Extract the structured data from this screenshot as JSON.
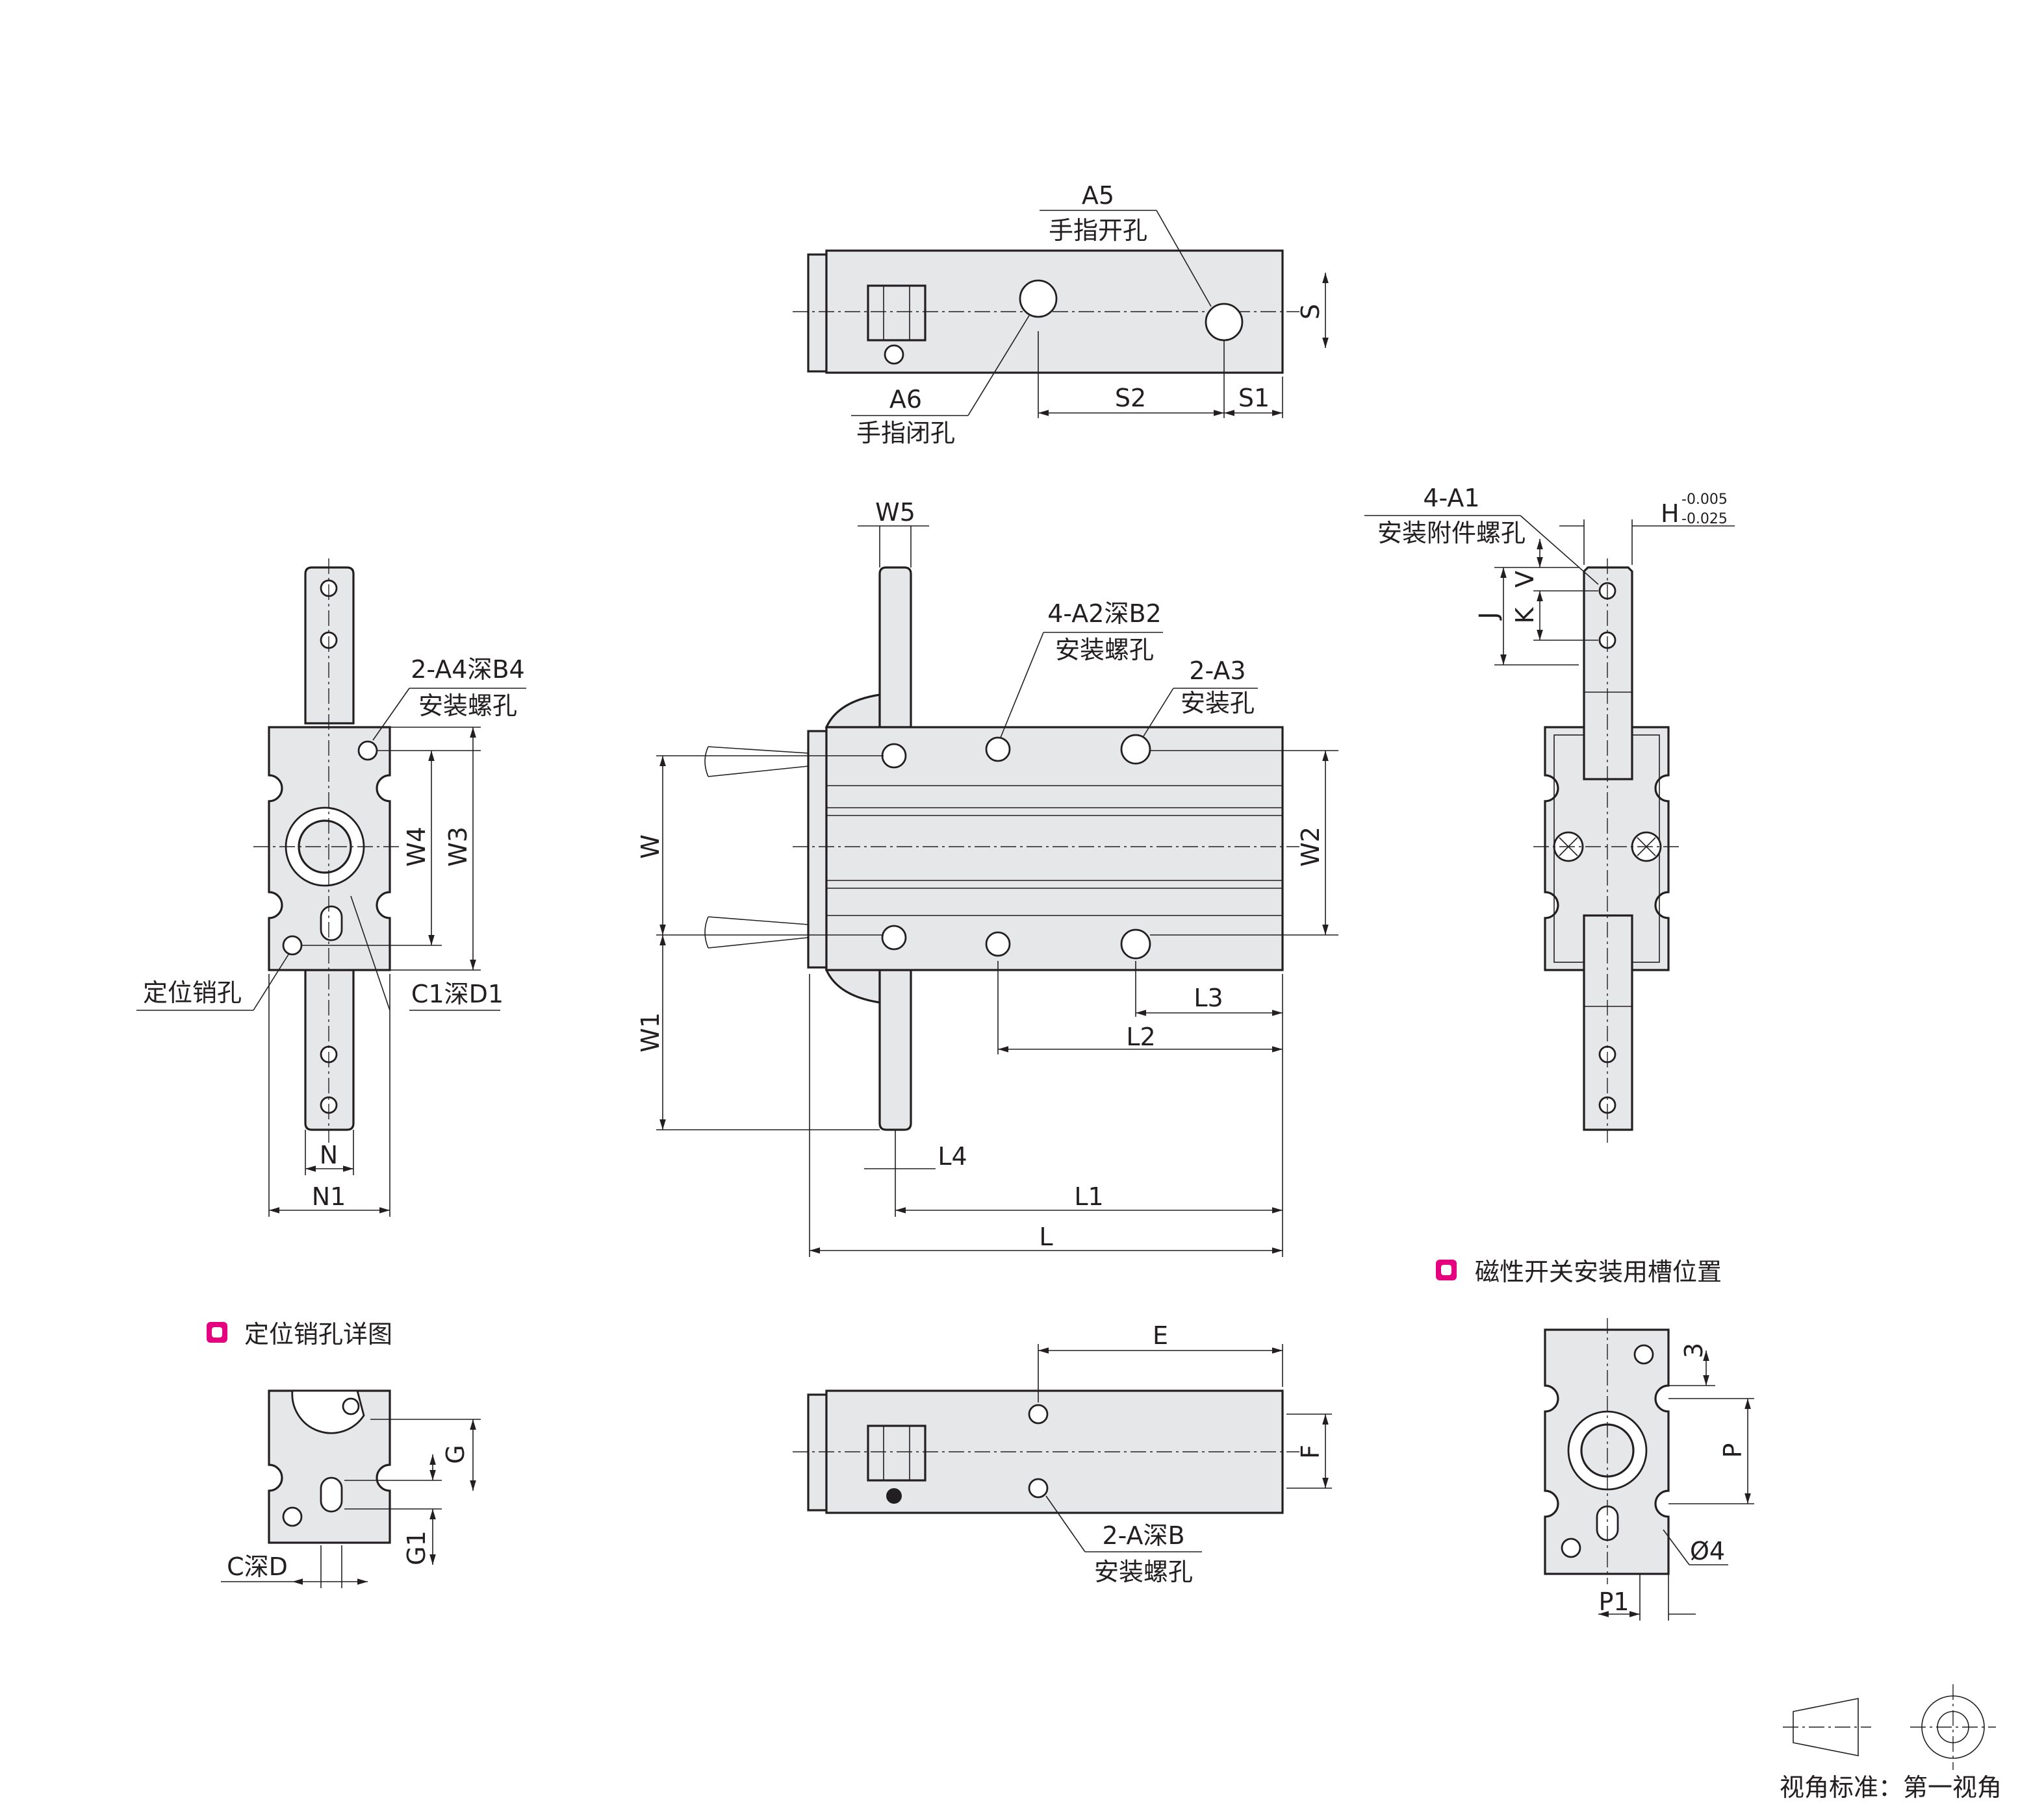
{
  "colors": {
    "fill": "#e6e7e9",
    "line": "#231f20",
    "bullet": "#e4007f"
  },
  "top_view": {
    "a5": "A5",
    "a5_note": "手指开孔",
    "a6": "A6",
    "a6_note": "手指闭孔",
    "s": "S",
    "s2": "S2",
    "s1": "S1"
  },
  "front_view": {
    "w5": "W5",
    "a2": "4-A2深B2",
    "a2_note": "安装螺孔",
    "a3": "2-A3",
    "a3_note": "安装孔",
    "w": "W",
    "w2": "W2",
    "w1": "W1",
    "l3": "L3",
    "l2": "L2",
    "l4": "L4",
    "l1": "L1",
    "l": "L"
  },
  "left_view": {
    "a4": "2-A4深B4",
    "a4_note": "安装螺孔",
    "w4": "W4",
    "w3": "W3",
    "pin": "定位销孔",
    "c1": "C1深D1",
    "n": "N",
    "n1": "N1"
  },
  "right_view": {
    "a1": "4-A1",
    "a1_note": "安装附件螺孔",
    "h": "H",
    "h_upper": "-0.005",
    "h_lower": "-0.025",
    "j": "J",
    "k": "K",
    "v": "V"
  },
  "bottom_view": {
    "e": "E",
    "f": "F",
    "a": "2-A深B",
    "a_note": "安装螺孔"
  },
  "pin_detail": {
    "title": "定位销孔详图",
    "g": "G",
    "g1": "G1",
    "c": "C深D"
  },
  "switch_slot": {
    "title": "磁性开关安装用槽位置",
    "three": "3",
    "p": "P",
    "d4": "Ø4",
    "p1": "P1"
  },
  "projection": {
    "label": "视角标准：第一视角"
  }
}
